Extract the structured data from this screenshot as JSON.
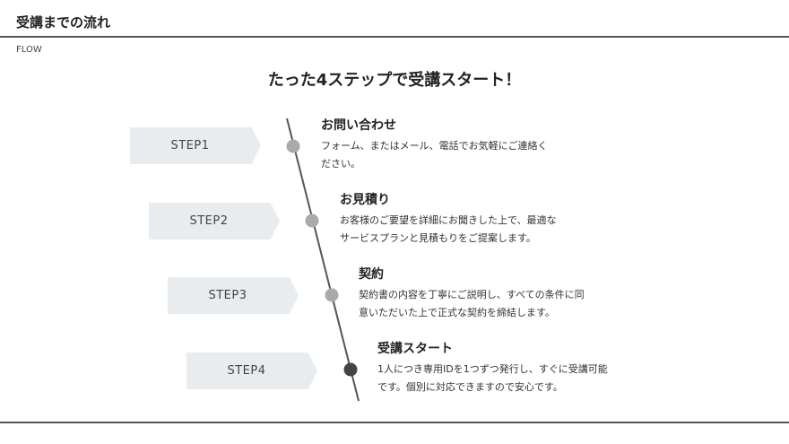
{
  "section": {
    "title": "受講までの流れ",
    "subtitle": "FLOW"
  },
  "headline": "たった4ステップで受講スタート！",
  "steps": [
    {
      "tag": "STEP1",
      "title": "お問い合わせ",
      "desc_line1": "フォーム、またはメール、電話でお気軽にご連絡く",
      "desc_line2": "ださい。",
      "dot_color": "#aaaaaa"
    },
    {
      "tag": "STEP2",
      "title": "お見積り",
      "desc_line1": "お客様のご要望を詳細にお聞きした上で、最適な",
      "desc_line2": "サービスプランと見積もりをご提案します。",
      "dot_color": "#aaaaaa"
    },
    {
      "tag": "STEP3",
      "title": "契約",
      "desc_line1": "契約書の内容を丁寧にご説明し、すべての条件に同",
      "desc_line2": "意いただいた上で正式な契約を締結します。",
      "dot_color": "#aaaaaa"
    },
    {
      "tag": "STEP4",
      "title": "受講スタート",
      "desc_line1": "1人につき専用IDを1つずつ発行し、すぐに受講可能",
      "desc_line2": "です。個別に対応できますので安心です。",
      "dot_color": "#444444"
    }
  ],
  "colors": {
    "tag_bg": "#e9ecef",
    "timeline_line": "#555555",
    "rule": "#555555"
  }
}
